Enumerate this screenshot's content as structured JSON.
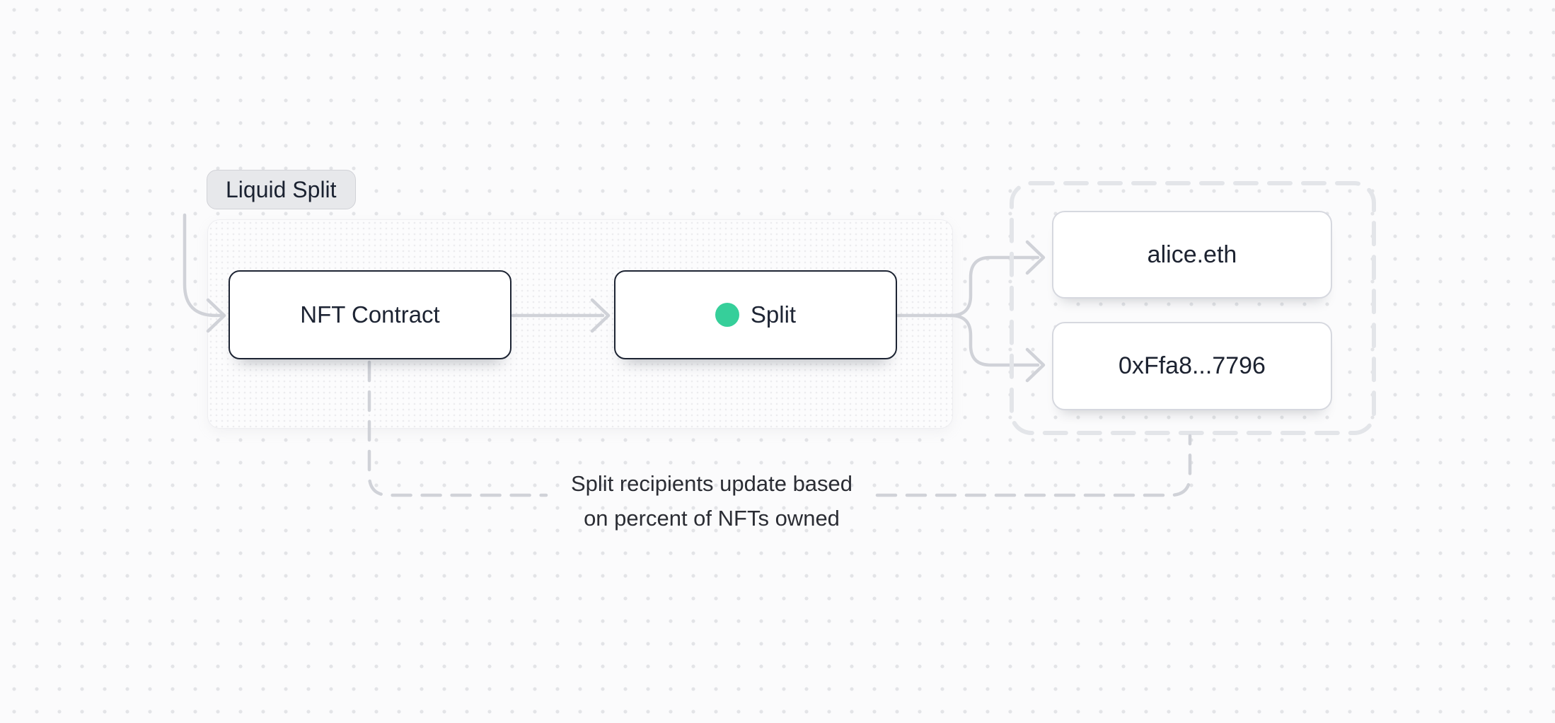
{
  "diagram": {
    "group_label": "Liquid Split",
    "nodes": {
      "nft_contract": {
        "label": "NFT Contract"
      },
      "split": {
        "label": "Split",
        "status_dot": "green-dot-icon"
      }
    },
    "recipients": {
      "items": [
        {
          "label": "alice.eth"
        },
        {
          "label": "0xFfa8...7796"
        }
      ]
    },
    "caption": {
      "line1": "Split recipients update based",
      "line2": "on percent of NFTs owned"
    }
  },
  "colors": {
    "background": "#fbfbfc",
    "accent_green": "#36cf9a",
    "node_border": "#1d2433",
    "edge_gray": "#d0d2d8",
    "dashed_border": "#e3e5e9"
  }
}
